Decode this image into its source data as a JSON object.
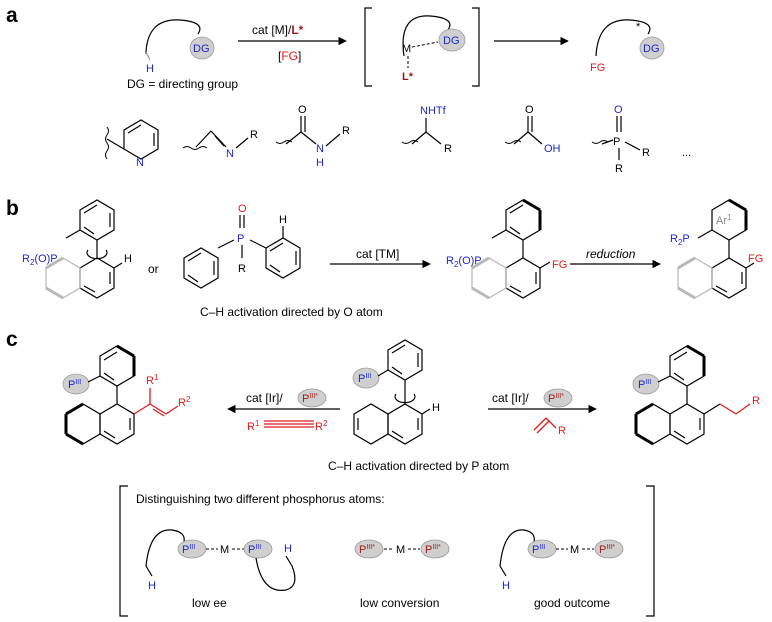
{
  "panels": {
    "a": {
      "label": "a",
      "left_H": "H",
      "left_DG": "DG",
      "reagent_top_prefix": "cat [M]/",
      "reagent_top_ligand": "L*",
      "reagent_bottom_open": "[",
      "reagent_bottom_fg": "FG",
      "reagent_bottom_close": "]",
      "intermediate_M": "M",
      "intermediate_DG": "DG",
      "intermediate_L": "L*",
      "product_star": "*",
      "product_FG": "FG",
      "product_DG": "DG",
      "dg_definition": "DG = directing group",
      "dg_examples": {
        "pyridine_N": "N",
        "imine_N": "N",
        "imine_R": "R",
        "amide_O": "O",
        "amide_N": "N",
        "amide_H": "H",
        "amide_R": "R",
        "sulfonamide_NHTf": "NHTf",
        "sulfonamide_R": "R",
        "acid_O": "O",
        "acid_OH": "OH",
        "phos_O": "O",
        "phos_P": "P",
        "phos_R1": "R",
        "phos_R2": "R",
        "ellipsis": "..."
      }
    },
    "b": {
      "label": "b",
      "sm1_group": "R",
      "sm1_sub": "2",
      "sm1_group2": "(O)P",
      "sm1_H": "H",
      "or_text": "or",
      "sm2_O": "O",
      "sm2_P": "P",
      "sm2_R": "R",
      "sm2_H": "H",
      "reagent": "cat [TM]",
      "prod1_group": "R",
      "prod1_sub": "2",
      "prod1_group2": "(O)P",
      "prod1_FG": "FG",
      "reduction": "reduction",
      "prod2_group": "R",
      "prod2_sub": "2",
      "prod2_group2": "P",
      "prod2_Ar": "Ar",
      "prod2_Ar_sup": "1",
      "prod2_FG": "FG",
      "caption": "C–H activation directed by O atom"
    },
    "c": {
      "label": "c",
      "left_reagent_top": "cat [Ir]/",
      "left_alkyne_R1": "R",
      "left_alkyne_R1_sup": "1",
      "left_alkyne_R2": "R",
      "left_alkyne_R2_sup": "2",
      "right_reagent_top": "cat [Ir]/",
      "right_alkene_R": "R",
      "ligand_P": "P",
      "ligand_P_sup": "III*",
      "sm_P": "P",
      "sm_P_sup": "III",
      "sm_H": "H",
      "left_prod_P": "P",
      "left_prod_P_sup": "III",
      "left_prod_R1": "R",
      "left_prod_R1_sup": "1",
      "left_prod_R2": "R",
      "left_prod_R2_sup": "2",
      "right_prod_P": "P",
      "right_prod_P_sup": "III",
      "right_prod_R": "R",
      "caption": "C–H activation directed by P atom",
      "box_title": "Distinguishing two different phosphorus atoms:",
      "case1_label": "low ee",
      "case2_label": "low conversion",
      "case3_label": "good outcome",
      "M": "M",
      "H": "H",
      "PIII": "III",
      "PIIIstar": "III*"
    }
  }
}
